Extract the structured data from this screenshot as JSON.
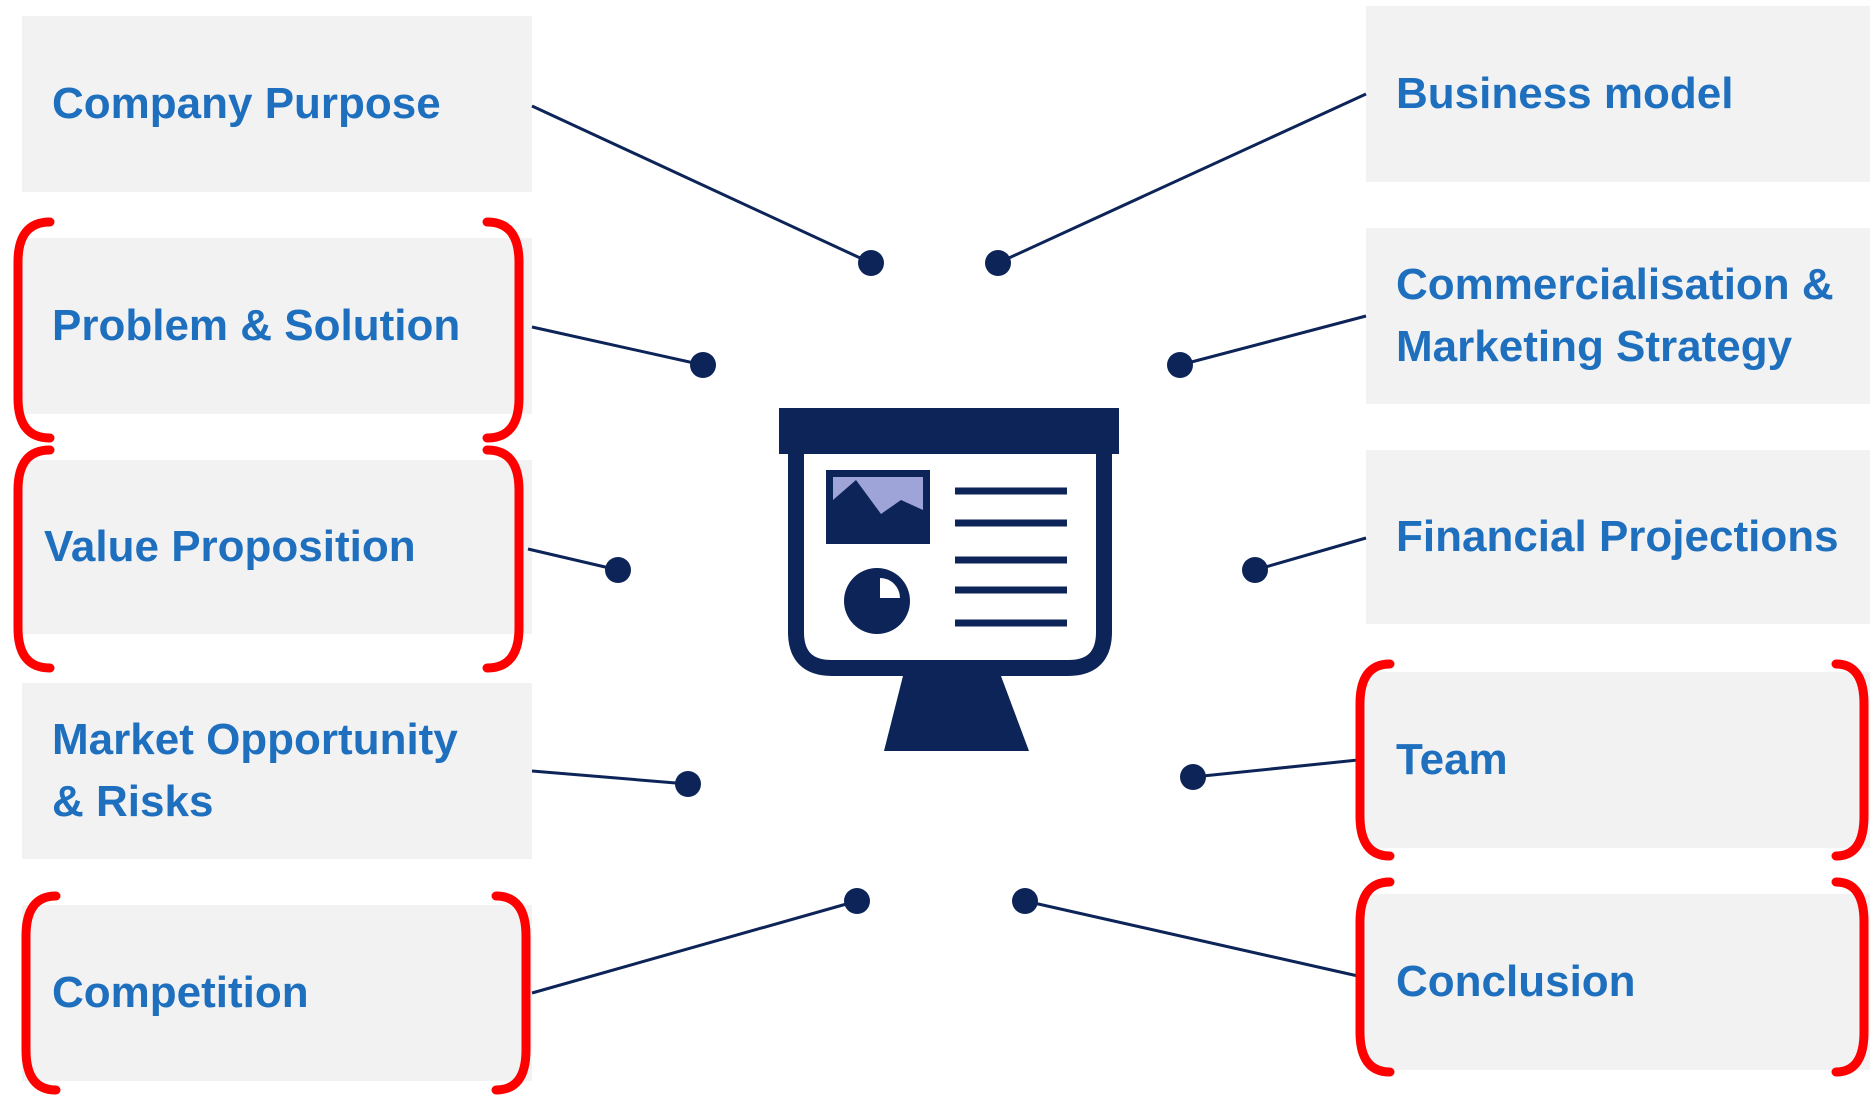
{
  "topics": {
    "company_purpose": "Company Purpose",
    "problem_solution": "Problem & Solution",
    "value_proposition": "Value Proposition",
    "market_opportunity_line1": "Market Opportunity",
    "market_opportunity_line2": "& Risks",
    "competition": "Competition",
    "business_model": "Business model",
    "commercialisation_line1": "Commercialisation &",
    "commercialisation_line2": "Marketing Strategy",
    "financial_projections": "Financial Projections",
    "team": "Team",
    "conclusion": "Conclusion"
  },
  "highlighted": [
    "Problem & Solution",
    "Value Proposition",
    "Competition",
    "Team",
    "Conclusion"
  ],
  "colors": {
    "box_bg": "#f2f2f2",
    "label": "#1f6fbf",
    "connector": "#0d2458",
    "icon": "#0d2458",
    "icon_image": "#9ea3d8",
    "bracket": "#ff0000"
  },
  "center_icon": "presentation-board-icon"
}
